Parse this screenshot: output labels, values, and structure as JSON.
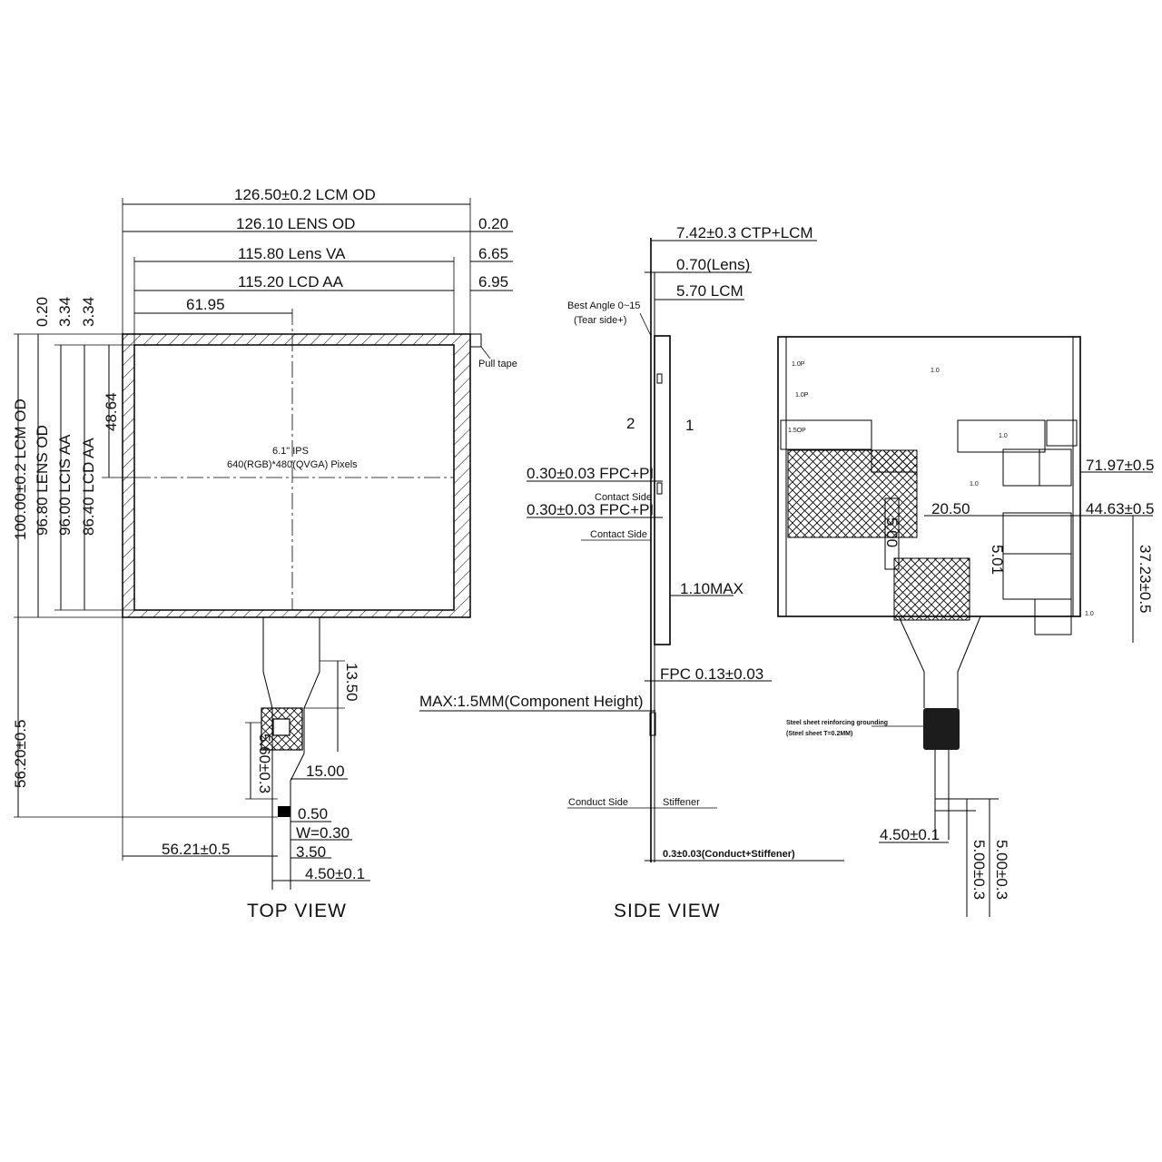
{
  "top_view": {
    "title": "TOP VIEW",
    "dim_lcm_od_w": "126.50±0.2 LCM OD",
    "dim_lens_od_w": "126.10 LENS OD",
    "dim_lens_va_w": "115.80 Lens VA",
    "dim_lcd_aa_w": "115.20 LCD AA",
    "dim_center": "61.95",
    "dim_r020": "0.20",
    "dim_r665": "6.65",
    "dim_r695": "6.95",
    "dim_l020": "0.20",
    "dim_l334a": "3.34",
    "dim_l334b": "3.34",
    "dim_lcm_od_h": "100.00±0.2 LCM OD",
    "dim_lens_od_h": "96.80 LENS OD",
    "dim_lcds_aa_h": "96.00 LCIS AA",
    "dim_lcd_aa_h": "86.40 LCD AA",
    "dim_4864": "48.64",
    "pull_tape": "Pull tape",
    "panel_line1": "6.1\" IPS",
    "panel_line2": "640(RGB)*480(QVGA) Pixels",
    "dim_1350": "13.50",
    "dim_560": "5.60±0.3",
    "dim_1500": "15.00",
    "dim_5620": "56.20±0.5",
    "dim_050": "0.50",
    "dim_w030": "W=0.30",
    "dim_350": "3.50",
    "dim_5621": "56.21±0.5",
    "dim_450": "4.50±0.1"
  },
  "side_view": {
    "title": "SIDE VIEW",
    "dim_742": "7.42±0.3 CTP+LCM",
    "dim_070": "0.70(Lens)",
    "dim_570": "5.70 LCM",
    "best_angle": "Best Angle 0~15",
    "tear_side": "(Tear side+)",
    "mark_2": "2",
    "mark_1": "1",
    "fpc_a": "0.30±0.03 FPC+PI",
    "contact_a": "Contact Side",
    "fpc_b": "0.30±0.03 FPC+PI",
    "contact_b": "Contact Side",
    "max110": "1.10MAX",
    "fpc013": "FPC 0.13±0.03",
    "max15": "MAX:1.5MM(Component Height)",
    "conduct_side": "Conduct Side",
    "stiffener": "Stiffener",
    "conduct_stiff": "0.3±0.03(Conduct+Stiffener)"
  },
  "back_view": {
    "label_10p_a": "1.0P",
    "label_10p_b": "1.0P",
    "label_15p": "1.5OP",
    "label_10_c": "1.0",
    "label_10_d": "1.0",
    "label_10_e": "1.0",
    "label_10_f": "1.0",
    "dim_7197": "71.97±0.5",
    "dim_4463": "44.63±0.5",
    "dim_2050": "20.50",
    "dim_3723": "37.23±0.5",
    "dim_500v": "5.00",
    "dim_501": "5.01",
    "steel_note1": "Steel sheet reinforcing grounding",
    "steel_note2": "(Steel sheet T=0.2MM)",
    "dim_450b": "4.50±0.1",
    "dim_500a": "5.00±0.3",
    "dim_500b": "5.00±0.3"
  }
}
